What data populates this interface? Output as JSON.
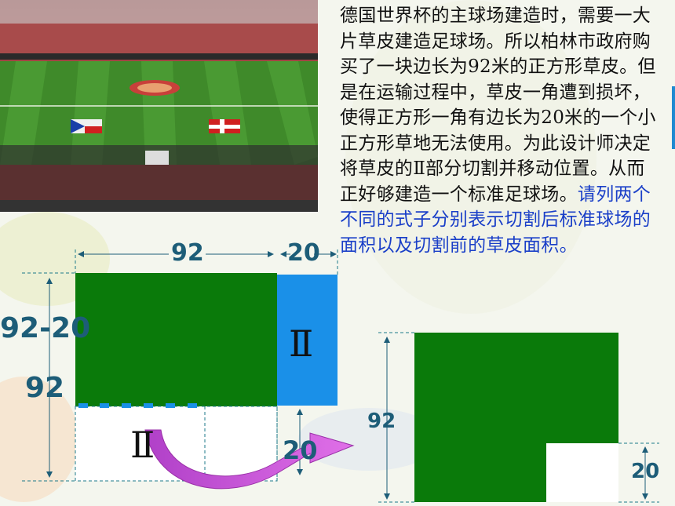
{
  "problem": {
    "main_text": "德国世界杯的主球场建造时，需要一大片草皮建造足球场。所以柏林市政府购买了一块边长为92米的正方形草皮。但是在运输过程中，草皮一角遭到损坏，使得正方形一角有边长为20米的一个小正方形草地无法使用。为此设计师决定将草皮的Ⅱ部分切割并移动位置。从而正好够建造一个标准足球场。",
    "question": "请列两个不同的式子分别表示切割后标准球场的面积以及切割前的草皮面积。"
  },
  "left_figure": {
    "label_top_92": "92",
    "label_top_20": "20",
    "label_left_92_20": "92-20",
    "label_left_92": "92",
    "label_bottom_20": "20",
    "part_label_upper": "Ⅱ",
    "part_label_lower": "Ⅱ"
  },
  "right_figure": {
    "label_92": "92",
    "label_20": "20"
  },
  "colors": {
    "grass": "#0a7a0a",
    "blue_part": "#1a90e8",
    "arrow": "#c850d8",
    "dim_text": "#1d5d78",
    "question_text": "#1a3fc8"
  },
  "icons": [
    "stadium-photo",
    "curved-arrow-icon"
  ]
}
